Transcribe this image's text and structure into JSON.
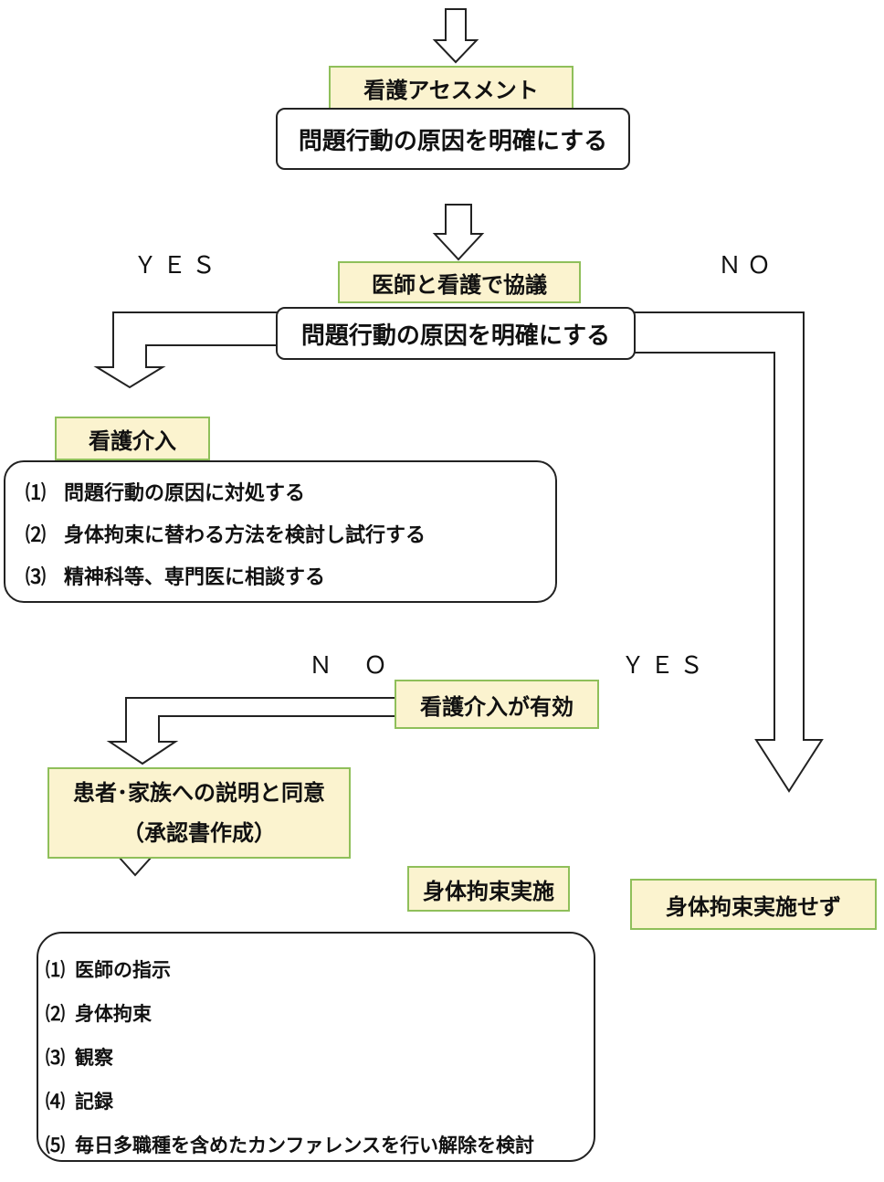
{
  "step1": {
    "header": "看護アセスメント",
    "body": "問題行動の原因を明確にする"
  },
  "step2": {
    "header": "医師と看護で協議",
    "body": "問題行動の原因を明確にする"
  },
  "branch1": {
    "yes": "ＹＥＳ",
    "no": "ＮＯ"
  },
  "nursing_intervention": {
    "header": "看護介入",
    "items": [
      {
        "num": "⑴",
        "text": "問題行動の原因に対処する"
      },
      {
        "num": "⑵",
        "text": "身体拘束に替わる方法を検討し試行する"
      },
      {
        "num": "⑶",
        "text": "精神科等、専門医に相談する"
      }
    ]
  },
  "branch2": {
    "no": "Ｎ　Ｏ",
    "yes": "ＹＥＳ"
  },
  "effective_check": "看護介入が有効",
  "consent": {
    "line1": "患者･家族への説明と同意",
    "line2": "（承認書作成）"
  },
  "restraint_done": "身体拘束実施",
  "restraint_not_done": "身体拘束実施せず",
  "restraint_steps": [
    {
      "num": "⑴",
      "text": "医師の指示"
    },
    {
      "num": "⑵",
      "text": "身体拘束"
    },
    {
      "num": "⑶",
      "text": "観察"
    },
    {
      "num": "⑷",
      "text": "記録"
    },
    {
      "num": "⑸",
      "text": "毎日多職種を含めたカンファレンスを行い解除を検討"
    }
  ],
  "colors": {
    "label_fill": "#fbf3cf",
    "label_border": "#8fbf5a",
    "line": "#222222"
  }
}
